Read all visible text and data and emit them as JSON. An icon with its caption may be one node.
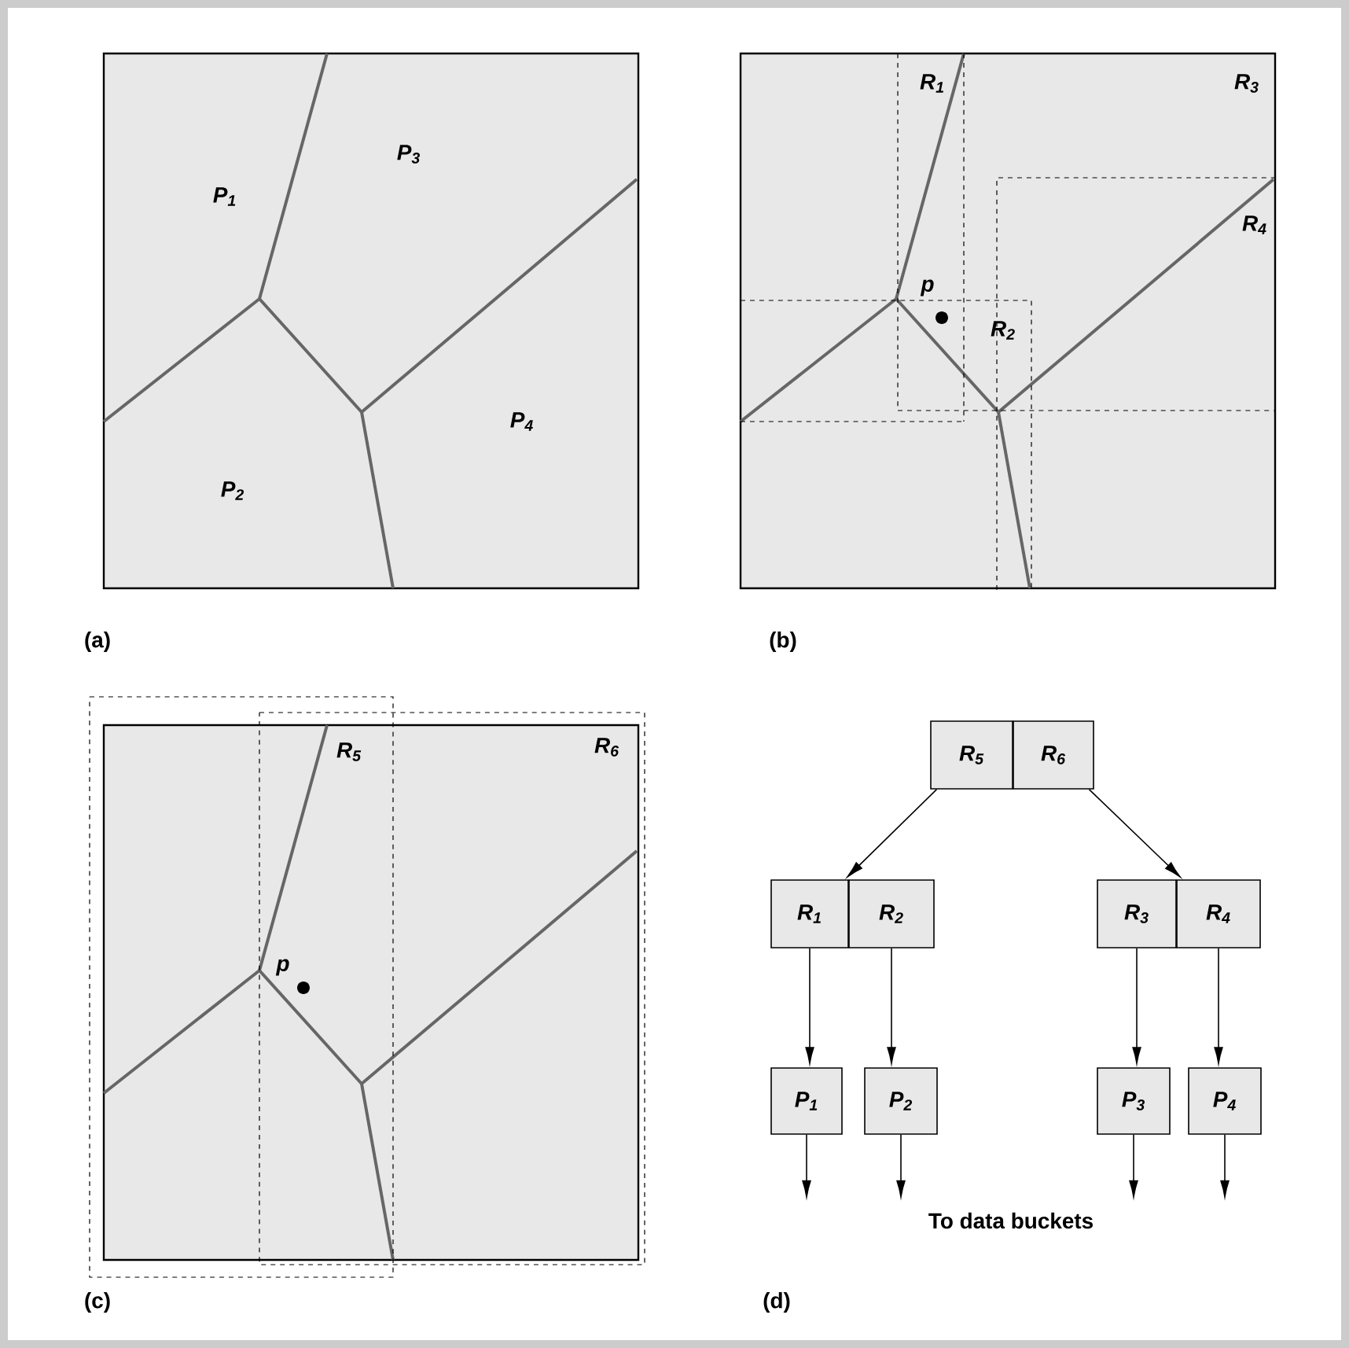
{
  "diagram": {
    "nodes": [
      {
        "text": [
          "R$_{5}$"
        ]
      },
      {
        "text": [
          "R$_{6}$"
        ]
      },
      {
        "text": [
          "R$_{1}$"
        ]
      },
      {
        "text": [
          "R$_{2}$"
        ]
      },
      {
        "text": [
          "R$_{3}$"
        ]
      },
      {
        "text": [
          "R$_{4}$"
        ]
      },
      {
        "text": [
          "P$_{1}$"
        ]
      },
      {
        "text": [
          "P$_{2}$"
        ]
      },
      {
        "text": [
          "P$_{3}$"
        ]
      },
      {
        "text": [
          "P$_{4}$"
        ]
      }
    ],
    "edges": [
      {
        "from": 0,
        "to": 2,
        "arrow": "to"
      },
      {
        "from": 1,
        "to": 5,
        "arrow": "to"
      },
      {
        "from": 2,
        "to": 6,
        "arrow": "to"
      },
      {
        "from": 3,
        "to": 7,
        "arrow": "to"
      },
      {
        "from": 4,
        "to": 8,
        "arrow": "to"
      },
      {
        "from": 5,
        "to": 9,
        "arrow": "to"
      },
      {
        "from": 6,
        "to": null,
        "arrow": "to"
      },
      {
        "from": 7,
        "to": null,
        "arrow": "to"
      },
      {
        "from": 8,
        "to": null,
        "arrow": "to"
      },
      {
        "from": 9,
        "to": null,
        "arrow": "to"
      }
    ],
    "labels": [
      "P$_{1}$",
      "P$_{3}$",
      "P$_{4}$",
      "P$_{2}$",
      "(a)",
      "R$_{1}$",
      "R$_{3}$",
      "R$_{4}$",
      "p",
      "R$_{2}$",
      "(b)",
      "R$_{5}$",
      "R$_{6}$",
      "p",
      "(c)",
      "To data buckets",
      "(d)"
    ]
  }
}
